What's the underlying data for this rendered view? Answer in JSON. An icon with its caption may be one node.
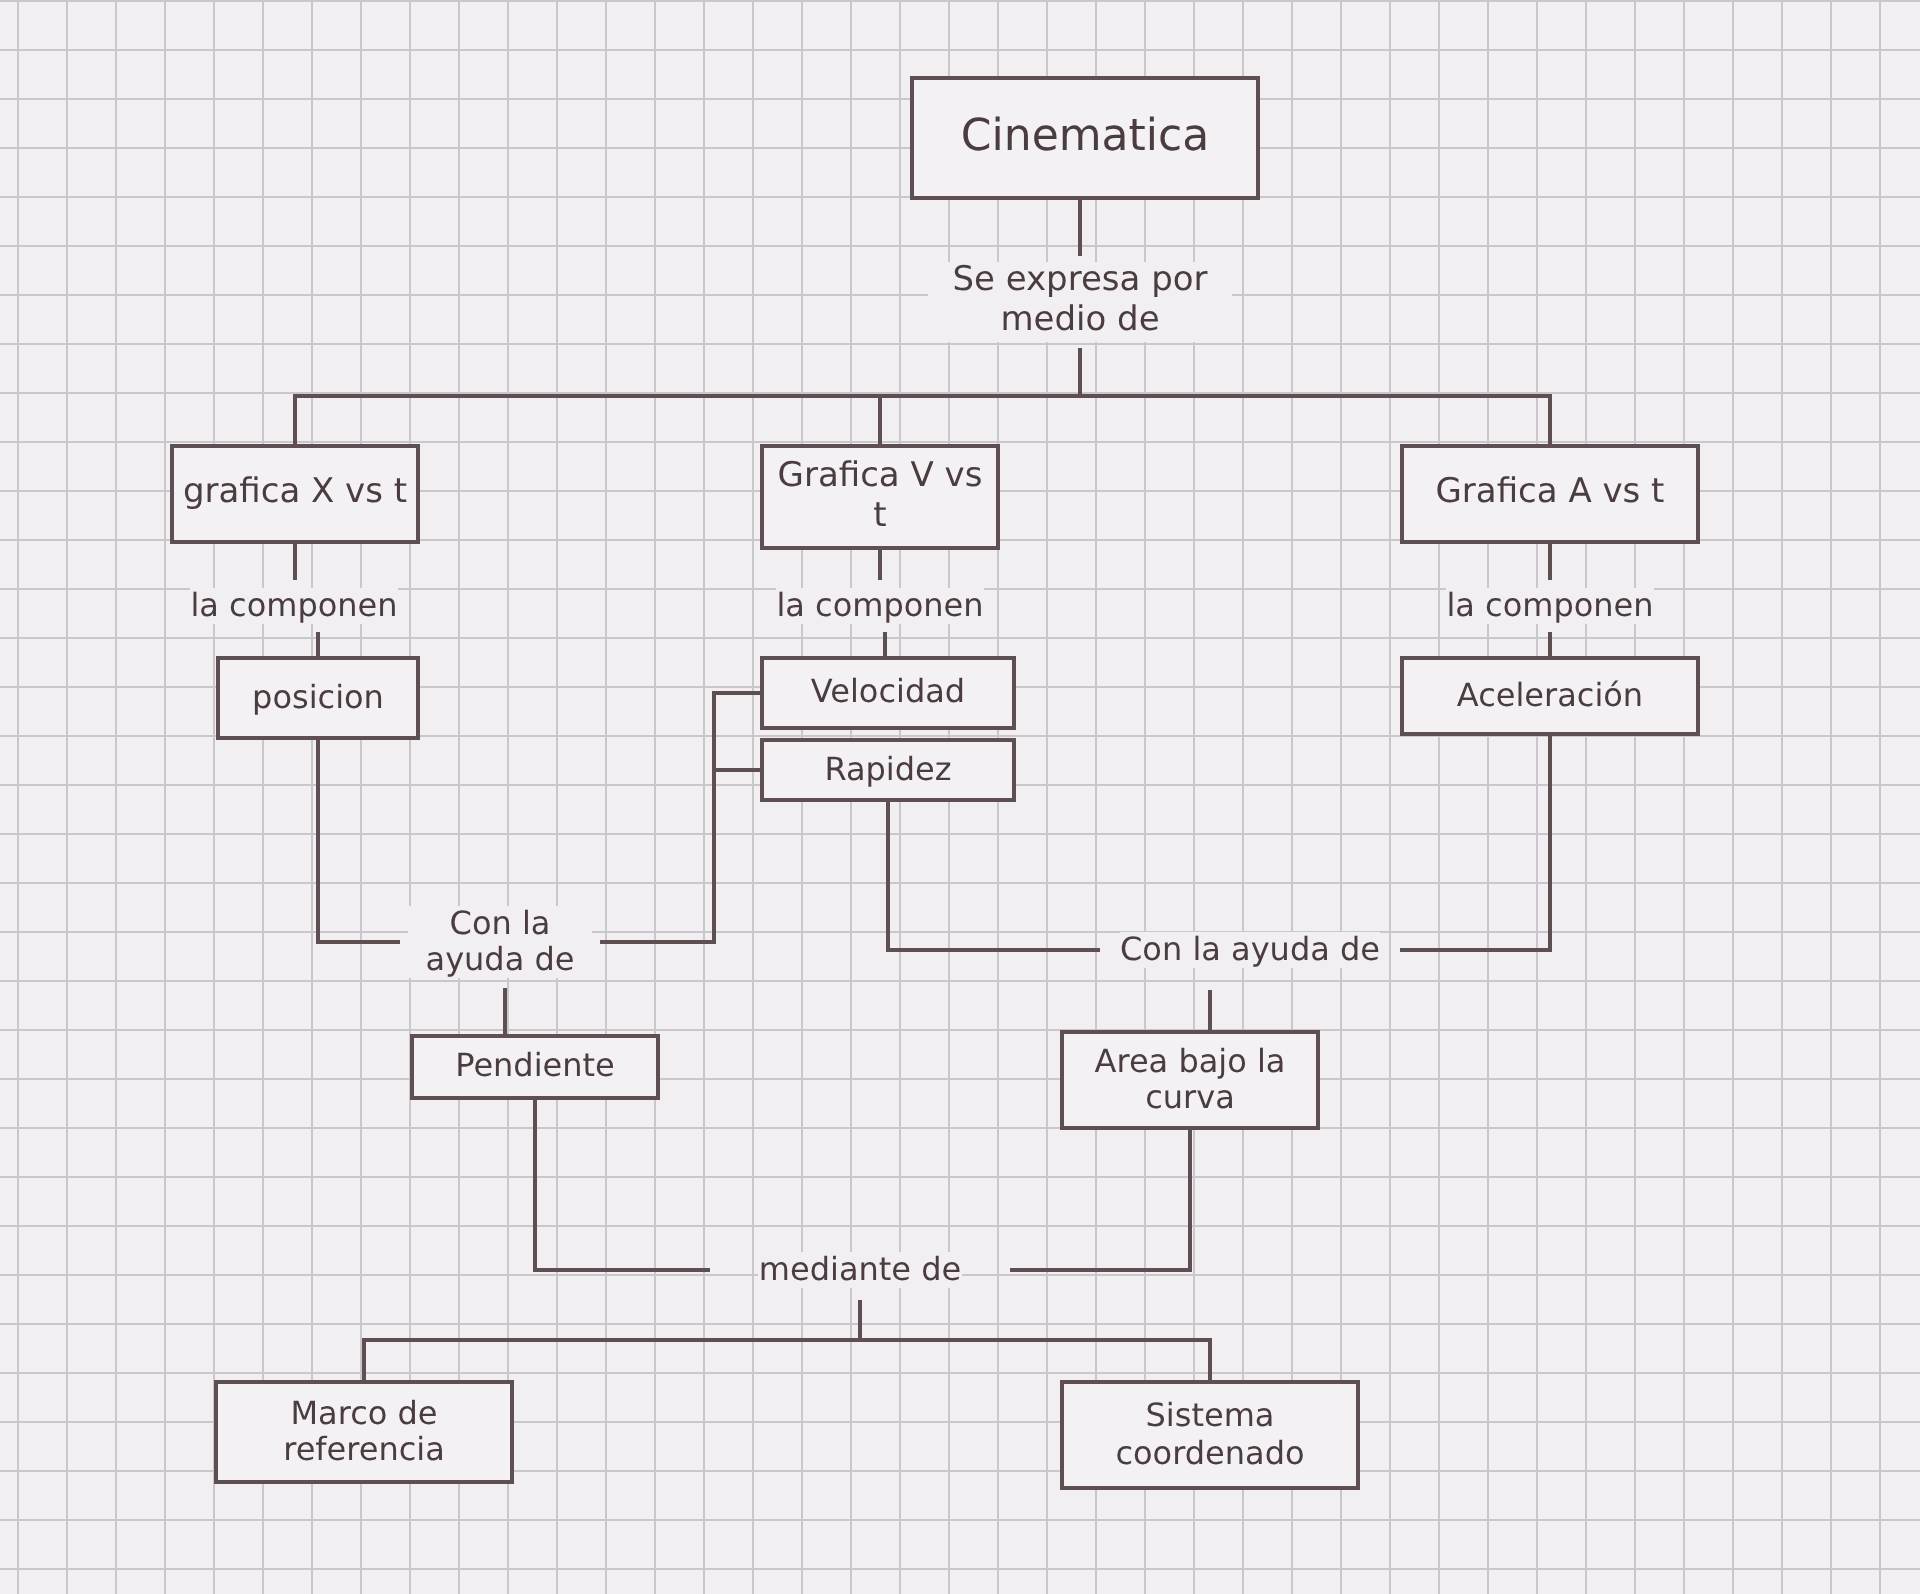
{
  "diagram": {
    "nodes": [
      {
        "text": [
          "Cinematica"
        ]
      },
      {
        "text": [
          "Se expresa por medio de"
        ]
      },
      {
        "text": [
          "grafica X vs t"
        ]
      },
      {
        "text": [
          "Grafica V vs t"
        ]
      },
      {
        "text": [
          "Grafica A vs t"
        ]
      },
      {
        "text": [
          "la componen"
        ]
      },
      {
        "text": [
          "la componen"
        ]
      },
      {
        "text": [
          "la componen"
        ]
      },
      {
        "text": [
          "posicion"
        ]
      },
      {
        "text": [
          "Velocidad"
        ]
      },
      {
        "text": [
          "Rapidez"
        ]
      },
      {
        "text": [
          "Aceleración"
        ]
      },
      {
        "text": [
          "Con la ayuda de"
        ]
      },
      {
        "text": [
          "Con la ayuda de"
        ]
      },
      {
        "text": [
          "Pendiente"
        ]
      },
      {
        "text": [
          "Area bajo la curva"
        ]
      },
      {
        "text": [
          "mediante de"
        ]
      },
      {
        "text": [
          "Marco de referencia"
        ]
      },
      {
        "text": [
          "Sistema coordenado"
        ]
      }
    ],
    "edges": [
      {
        "from": 0,
        "to": 1,
        "arrow": "none"
      },
      {
        "from": 1,
        "to": 2,
        "arrow": "none"
      },
      {
        "from": 1,
        "to": 3,
        "arrow": "none"
      },
      {
        "from": 1,
        "to": 4,
        "arrow": "none"
      },
      {
        "from": 2,
        "to": 5,
        "arrow": "none"
      },
      {
        "from": 5,
        "to": 8,
        "arrow": "none"
      },
      {
        "from": 3,
        "to": 6,
        "arrow": "none"
      },
      {
        "from": 6,
        "to": 9,
        "arrow": "none"
      },
      {
        "from": 4,
        "to": 7,
        "arrow": "none"
      },
      {
        "from": 7,
        "to": 11,
        "arrow": "none"
      },
      {
        "from": 8,
        "to": 12,
        "arrow": "none"
      },
      {
        "from": 9,
        "to": 12,
        "arrow": "none"
      },
      {
        "from": 10,
        "to": 12,
        "arrow": "none"
      },
      {
        "from": 12,
        "to": 14,
        "arrow": "none"
      },
      {
        "from": 10,
        "to": 13,
        "arrow": "none"
      },
      {
        "from": 11,
        "to": 13,
        "arrow": "none"
      },
      {
        "from": 13,
        "to": 15,
        "arrow": "none"
      },
      {
        "from": 14,
        "to": 16,
        "arrow": "none"
      },
      {
        "from": 15,
        "to": 16,
        "arrow": "none"
      },
      {
        "from": 16,
        "to": 17,
        "arrow": "none"
      },
      {
        "from": 16,
        "to": 18,
        "arrow": "none"
      }
    ]
  }
}
